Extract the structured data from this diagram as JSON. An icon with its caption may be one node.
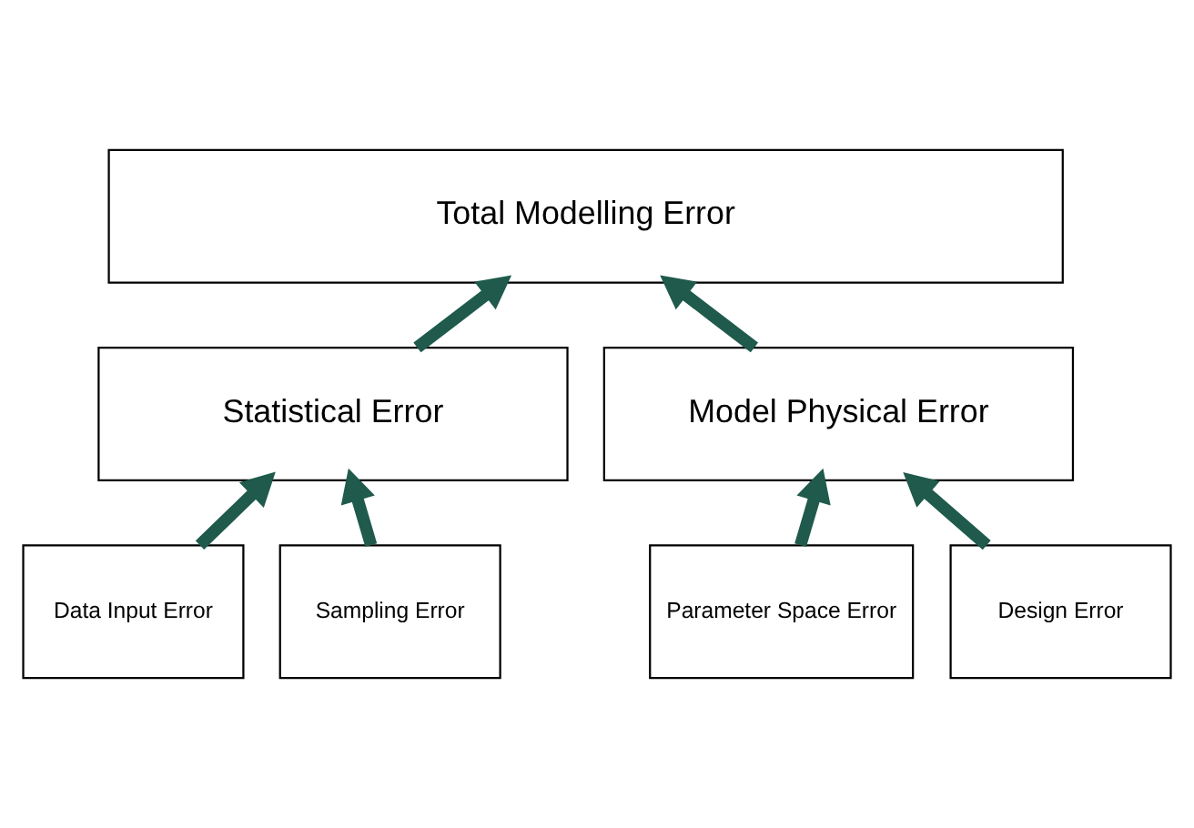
{
  "diagram": {
    "nodes": [
      {
        "text": [
          "Total Modelling Error"
        ]
      },
      {
        "text": [
          "Statistical Error"
        ]
      },
      {
        "text": [
          "Model Physical Error"
        ]
      },
      {
        "text": [
          "Data Input Error"
        ]
      },
      {
        "text": [
          "Sampling Error"
        ]
      },
      {
        "text": [
          "Parameter Space Error"
        ]
      },
      {
        "text": [
          "Design Error"
        ]
      }
    ],
    "edges": [
      {
        "from": 1,
        "to": 0,
        "arrow": "to"
      },
      {
        "from": 2,
        "to": 0,
        "arrow": "to"
      },
      {
        "from": 3,
        "to": 1,
        "arrow": "to"
      },
      {
        "from": 4,
        "to": 1,
        "arrow": "to"
      },
      {
        "from": 5,
        "to": 2,
        "arrow": "to"
      },
      {
        "from": 6,
        "to": 2,
        "arrow": "to"
      }
    ]
  }
}
